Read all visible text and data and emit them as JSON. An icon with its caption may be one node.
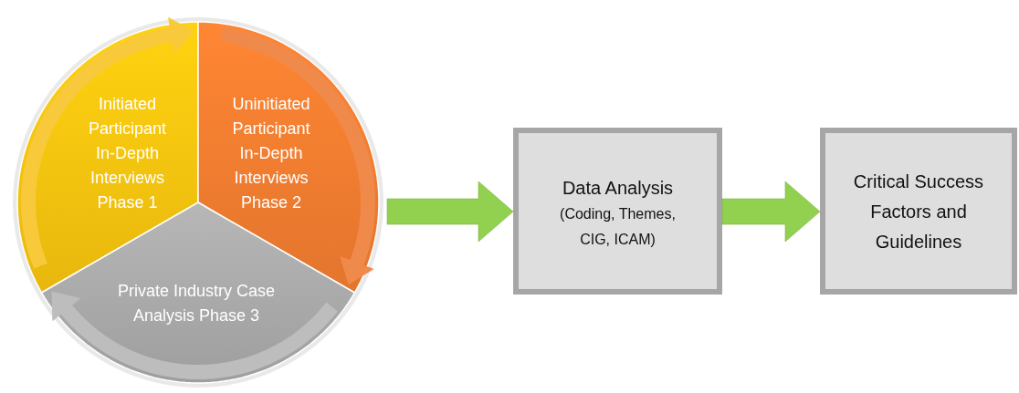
{
  "diagram": {
    "nodes": [
      {
        "text": [],
        "shape": "circle"
      },
      {
        "text": [
          "Initiated Participant In-Depth Interviews Phase 1"
        ],
        "in": 0
      },
      {
        "text": [
          "Uninitiated Participant In-Depth Interviews Phase 2"
        ],
        "in": 0
      },
      {
        "text": [
          "Private Industry Case Analysis Phase 3"
        ],
        "in": 0
      },
      {
        "text": [
          "Data Analysis",
          "(Coding, Themes, CIG, ICAM)"
        ]
      },
      {
        "text": [
          "Critical Success Factors and Guidelines"
        ]
      }
    ],
    "edges": [
      {
        "from": 1,
        "to": 2,
        "arrow": "to",
        "color": "#f8c93a"
      },
      {
        "from": 2,
        "to": 3,
        "arrow": "to",
        "color": "#f08a4b"
      },
      {
        "from": 3,
        "to": 1,
        "arrow": "to",
        "color": "#bdbdbd"
      },
      {
        "from": 0,
        "to": 4,
        "arrow": "to",
        "style": "thick",
        "color": "#92d050"
      },
      {
        "from": 4,
        "to": 5,
        "arrow": "to",
        "style": "thick",
        "color": "#92d050"
      }
    ]
  }
}
